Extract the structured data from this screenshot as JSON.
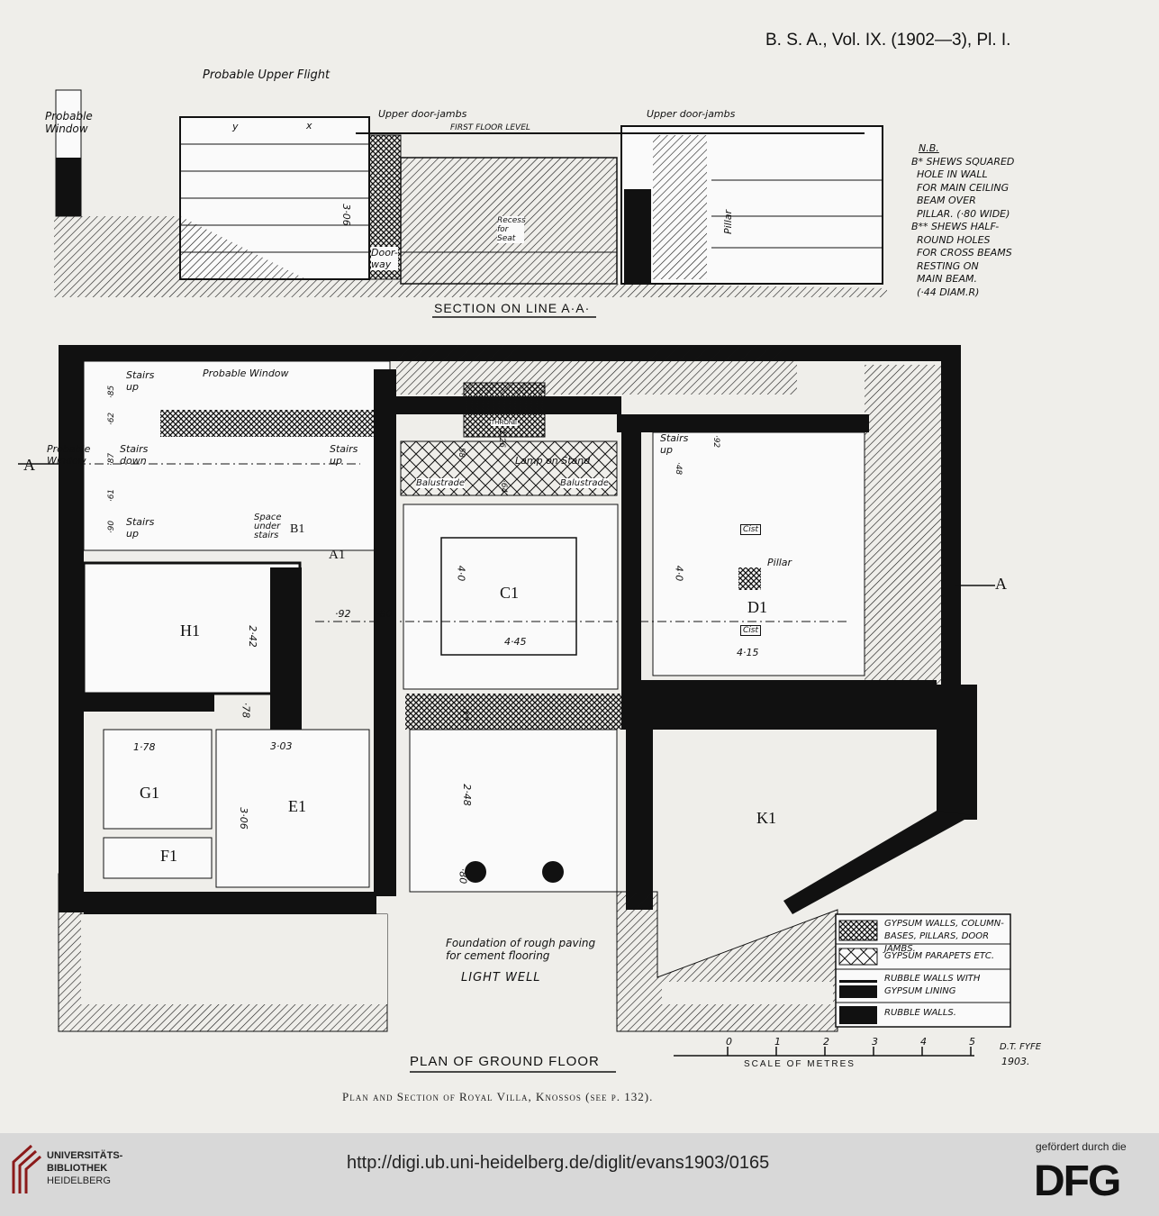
{
  "plate_ref": "B. S. A., Vol. IX. (1902—3), Pl. I.",
  "section": {
    "title": "SECTION ON LINE A·A·",
    "labels": [
      "Probable Upper Flight",
      "Probable Window",
      "Upper door-jambs",
      "FIRST FLOOR LEVEL",
      "Upper door-jambs",
      "Door-way",
      "Recess for Seat",
      "Pillar",
      "3·06",
      "x",
      "y"
    ],
    "nb_title": "N.B.",
    "nb_text": [
      "B* SHEWS SQUARED",
      "HOLE IN WALL",
      "FOR MAIN CEILING",
      "BEAM OVER",
      "PILLAR. (·80 WIDE)",
      "B** SHEWS HALF-",
      "ROUND HOLES",
      "FOR CROSS BEAMS",
      "RESTING ON",
      "MAIN BEAM.",
      "(·44 DIAM.R)"
    ]
  },
  "plan": {
    "title": "PLAN OF GROUND FLOOR",
    "section_marker": "A",
    "rooms": {
      "c1": "C1",
      "d1": "D1",
      "e1": "E1",
      "f1": "F1",
      "g1": "G1",
      "h1": "H1",
      "k1": "K1",
      "a1": "A1",
      "b1": "B1"
    },
    "labels": {
      "probable_window": "Probable Window",
      "probable_window_left": "Probable Window",
      "stairs_up_1": "Stairs up",
      "stairs_down": "Stairs down",
      "stairs_up_2": "Stairs up",
      "stairs_up_3": "Stairs up",
      "stairs_up_4": "Stairs up",
      "space_under_stairs": "Space under stairs",
      "throne": "THRONE",
      "lamp": "Lamp on Stand",
      "balustrade_1": "Balustrade",
      "balustrade_2": "Balustrade",
      "pillar": "Pillar",
      "cist_1": "Cist",
      "cist_2": "Cist",
      "foundation": "Foundation of rough paving for cement flooring",
      "light_well": "LIGHT WELL"
    },
    "dimensions": {
      "d1": "4·0",
      "d2": "4·45",
      "d3": "4·0",
      "d4": "4·15",
      "d5": "2·42",
      "d6": "1·78",
      "d7": "3·03",
      "d8": "3·06",
      "d9": "2·48",
      "d10": "·92",
      "d11": "·80",
      "d12": "·78",
      "d13": "·80",
      "d14": "·77",
      "d15": "1·26",
      "d16": "·58",
      "d17": "·64",
      "d18": "·92",
      "d19": "·48",
      "d20": "·85",
      "d21": "·62",
      "d22": "·87",
      "d23": "·61",
      "d24": "·90"
    }
  },
  "legend": [
    {
      "text": "GYPSUM WALLS, COLUMN-BASES, PILLARS, DOOR JAMBS."
    },
    {
      "text": "GYPSUM PARAPETS ETC."
    },
    {
      "text": "RUBBLE WALLS WITH GYPSUM LINING"
    },
    {
      "text": "RUBBLE WALLS."
    }
  ],
  "scale": {
    "label": "SCALE OF METRES",
    "ticks": [
      "0",
      "1",
      "2",
      "3",
      "4",
      "5"
    ]
  },
  "signature": {
    "name": "D.T. FYFE",
    "year": "1903."
  },
  "caption": "Plan and Section of Royal Villa, Knossos (see p. 132).",
  "footer": {
    "library_line1": "UNIVERSITÄTS-",
    "library_line2": "BIBLIOTHEK",
    "library_line3": "HEIDELBERG",
    "url": "http://digi.ub.uni-heidelberg.de/diglit/evans1903/0165",
    "funded_by": "gefördert durch die",
    "dfg": "DFG"
  },
  "colors": {
    "ink": "#111111",
    "paper": "#efeeea",
    "footer": "#d8d8d8",
    "logo_red": "#8b1a1a"
  }
}
